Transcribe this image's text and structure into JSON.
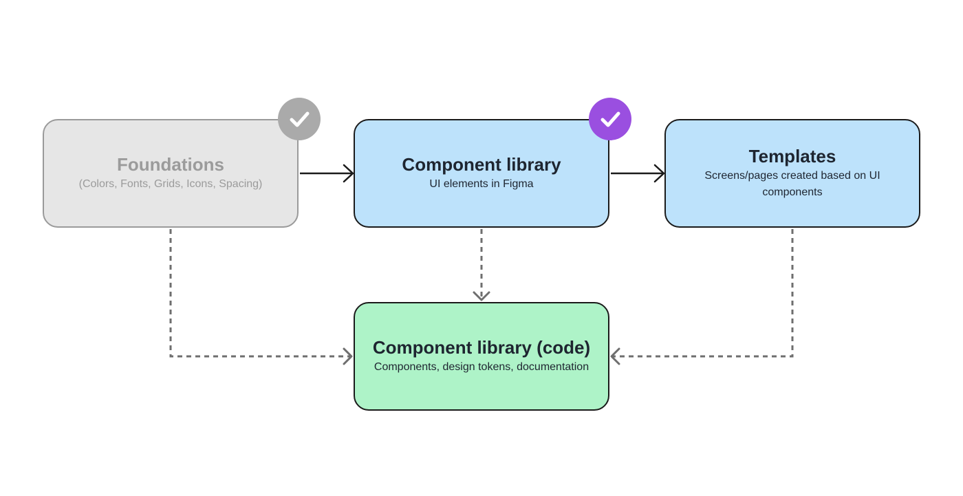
{
  "diagram": {
    "nodes": {
      "foundations": {
        "title": "Foundations",
        "subtitle": "(Colors, Fonts, Grids, Icons, Spacing)",
        "fill": "#e6e6e6",
        "status": "completed",
        "badge_color": "#aaaaaa"
      },
      "component_library": {
        "title": "Component library",
        "subtitle": "UI elements in Figma",
        "fill": "#bde2fb",
        "status": "completed",
        "badge_color": "#9a4fe0"
      },
      "templates": {
        "title": "Templates",
        "subtitle": "Screens/pages created based on UI components",
        "fill": "#bde2fb"
      },
      "component_library_code": {
        "title": "Component library (code)",
        "subtitle": "Components, design tokens, documentation",
        "fill": "#aef3c8"
      }
    },
    "edges": [
      {
        "from": "foundations",
        "to": "component_library",
        "style": "solid"
      },
      {
        "from": "component_library",
        "to": "templates",
        "style": "solid"
      },
      {
        "from": "component_library",
        "to": "component_library_code",
        "style": "dashed"
      },
      {
        "from": "foundations",
        "to": "component_library_code",
        "style": "dashed"
      },
      {
        "from": "templates",
        "to": "component_library_code",
        "style": "dashed"
      }
    ],
    "icons": {
      "badge": "checkmark-icon"
    }
  }
}
